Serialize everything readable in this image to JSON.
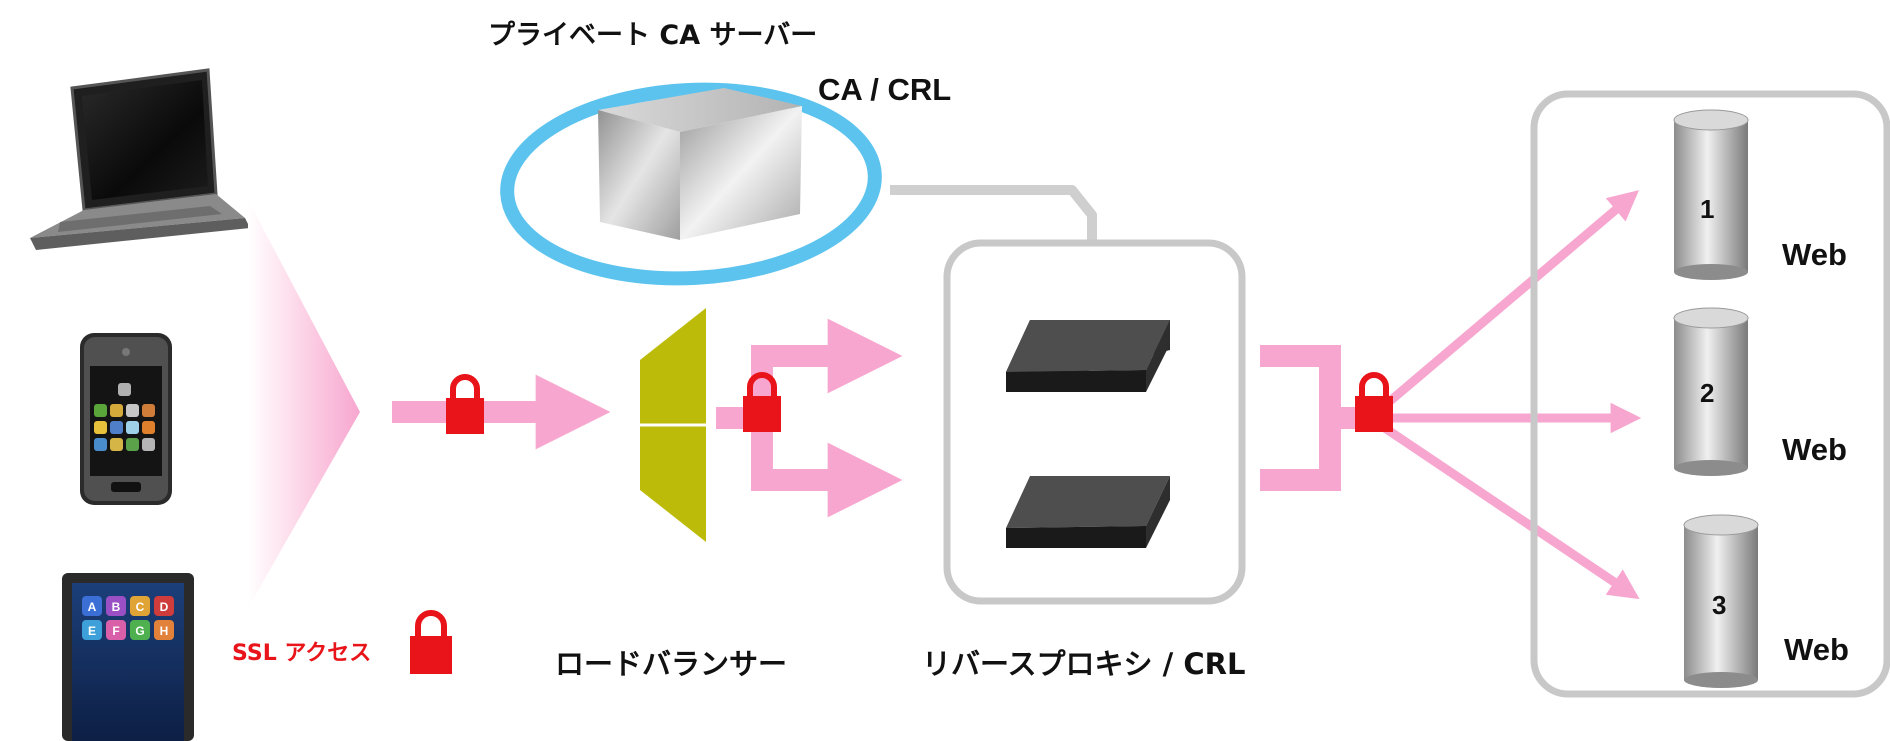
{
  "labels": {
    "ca_server": "プライベート CA サーバー",
    "ca_crl": "CA / CRL",
    "ssl_access": "SSL アクセス",
    "load_balancer": "ロードバランサー",
    "reverse_proxy": "リバースプロキシ / CRL"
  },
  "web_servers": [
    {
      "number": "1",
      "label": "Web"
    },
    {
      "number": "2",
      "label": "Web"
    },
    {
      "number": "3",
      "label": "Web"
    }
  ],
  "tablet_apps": [
    "A",
    "B",
    "C",
    "D",
    "E",
    "F",
    "G",
    "H"
  ],
  "colors": {
    "arrow_pink": "#f7a6cf",
    "lock_red": "#e8141a",
    "ca_ring": "#5cc3ee",
    "load_balancer": "#bdbb0a",
    "frame_gray": "#c8c8c8"
  }
}
